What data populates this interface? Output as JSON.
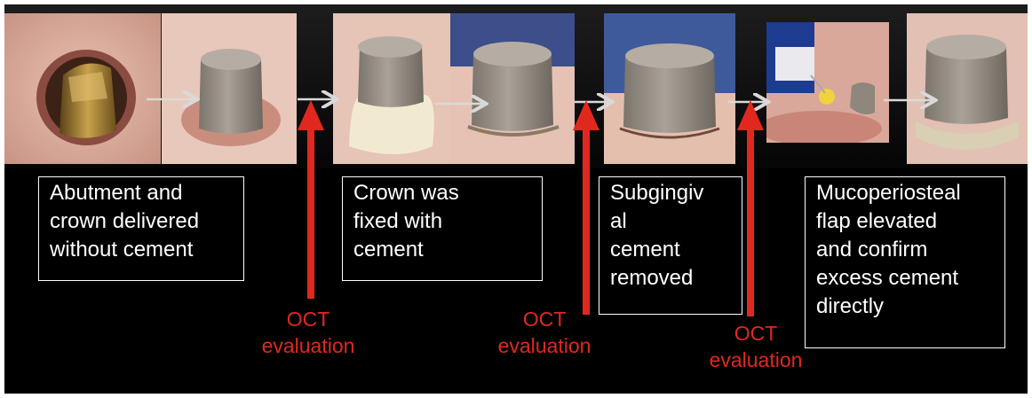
{
  "steps": [
    {
      "caption": "Abutment and\ncrown delivered\nwithout cement"
    },
    {
      "caption": "Crown was\nfixed with\ncement"
    },
    {
      "caption": "Subgingiv\nal\ncement\nremoved"
    },
    {
      "caption": "Mucoperiosteal\nflap elevated\nand confirm\nexcess cement\ndirectly"
    }
  ],
  "oct_labels": [
    {
      "line1": "OCT",
      "line2": "evaluation"
    },
    {
      "line1": "OCT",
      "line2": "evaluation"
    },
    {
      "line1": "OCT",
      "line2": "evaluation"
    }
  ],
  "colors": {
    "oct_arrow": "#e0281f",
    "flow_arrow": "#d9d9d9",
    "caption_border": "#ffffff"
  },
  "photos": [
    {
      "name": "photo-metal-abutment",
      "subject": "gold abutment in gingiva"
    },
    {
      "name": "photo-crown-delivered",
      "subject": "crown without cement"
    },
    {
      "name": "photo-crown-cemented",
      "subject": "crown with cement excess"
    },
    {
      "name": "photo-crown-cemented-closeup",
      "subject": "crown after seating"
    },
    {
      "name": "photo-cement-removed",
      "subject": "crown after cement removal"
    },
    {
      "name": "photo-flap-surgery",
      "subject": "instrument and flap"
    },
    {
      "name": "photo-flap-elevated",
      "subject": "excess cement confirmed"
    }
  ]
}
